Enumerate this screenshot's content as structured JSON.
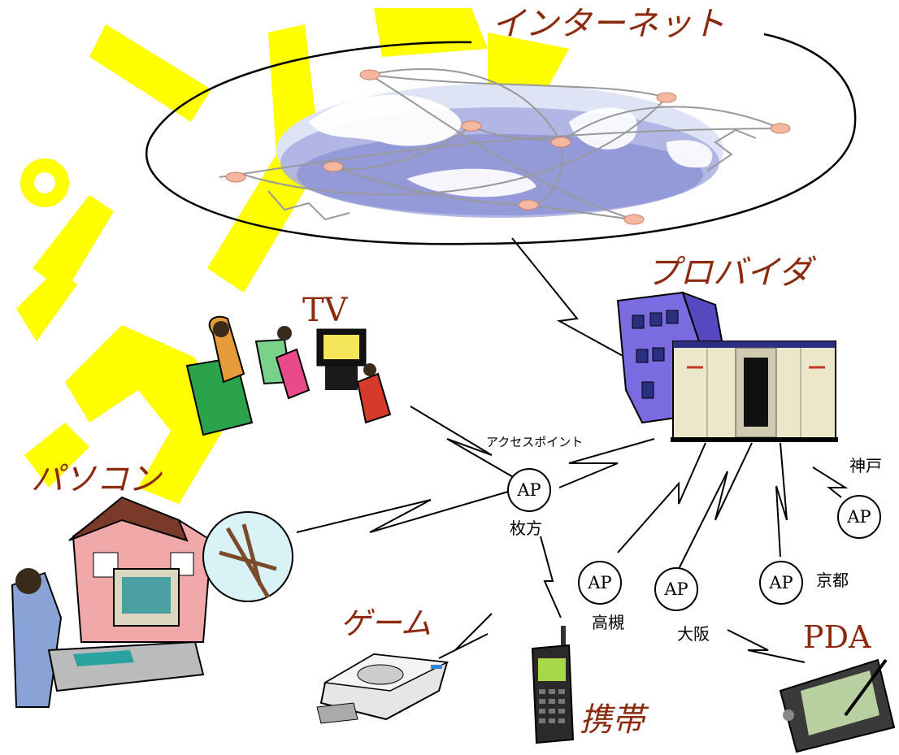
{
  "watermark": {
    "text": "パソコン",
    "color": "#ffff00"
  },
  "labels": {
    "internet": "インターネット",
    "provider": "プロバイダ",
    "tv": "TV",
    "pc": "パソコン",
    "game": "ゲーム",
    "mobile": "携帯",
    "pda": "PDA",
    "access_point": "アクセスポイント"
  },
  "access_points": [
    {
      "code": "AP",
      "city": "枚方"
    },
    {
      "code": "AP",
      "city": "高槻"
    },
    {
      "code": "AP",
      "city": "大阪"
    },
    {
      "code": "AP",
      "city": "京都"
    },
    {
      "code": "AP",
      "city": "神戸"
    }
  ],
  "colors": {
    "label_brown": "#8b2a0e",
    "building_purple": "#7a6be0",
    "globe_blue": "#9fa6dd",
    "server_beige": "#ece7c8"
  }
}
